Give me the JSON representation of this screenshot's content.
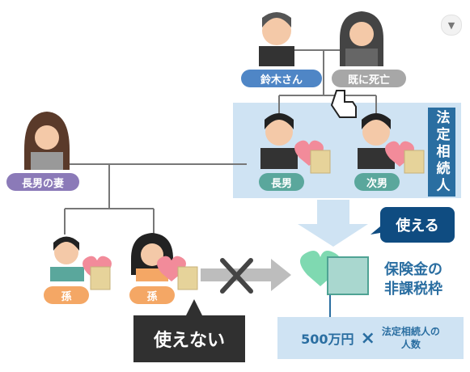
{
  "people": {
    "suzuki": {
      "label": "鈴木さん"
    },
    "deceased_wife": {
      "label": "既に死亡"
    },
    "eldest_son": {
      "label": "長男"
    },
    "second_son": {
      "label": "次男"
    },
    "eldest_sons_wife": {
      "label": "長男の妻"
    },
    "grandson": {
      "label": "孫"
    },
    "granddaughter": {
      "label": "孫"
    }
  },
  "legal_heirs_label": "法定相続人",
  "uses_label": "使える",
  "cannot_use_label": "使えない",
  "insurance_label_line1": "保険金の",
  "insurance_label_line2": "非課税枠",
  "formula": {
    "amount": "500万円",
    "times": "×",
    "count_line1": "法定相続人の",
    "count_line2": "人数"
  },
  "icons": {
    "dropdown": "chevron-down-icon",
    "cursor": "hand-pointer-icon",
    "cross": "x-mark-icon"
  },
  "colors": {
    "accent_blue": "#2a6ea1",
    "light_blue": "#cfe3f3",
    "heart_pink": "#f28b9a",
    "heart_green": "#7fd9b1"
  }
}
